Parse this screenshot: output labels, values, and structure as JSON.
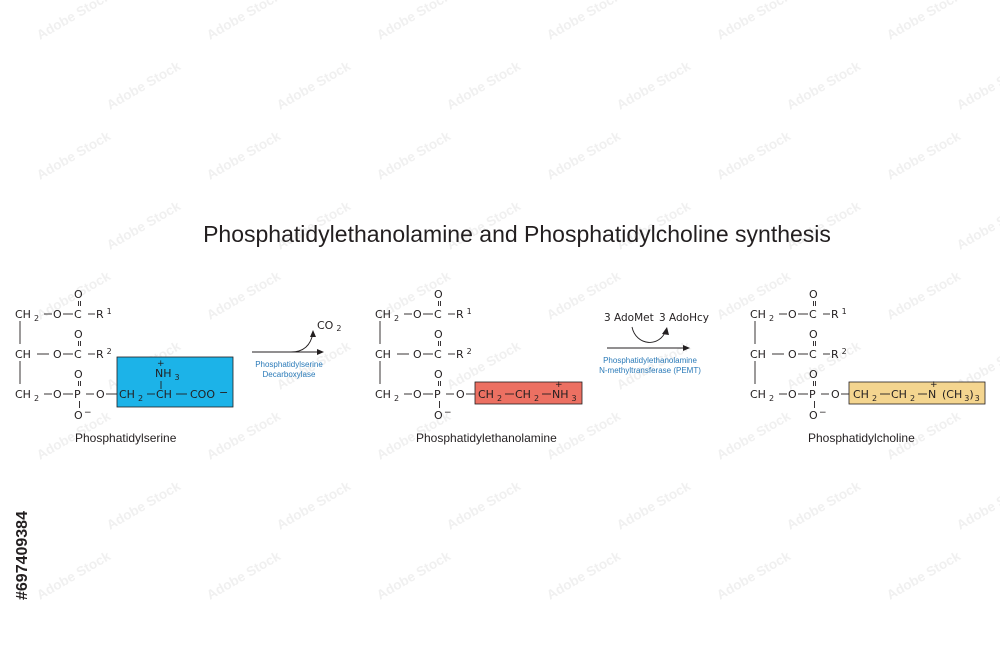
{
  "title": "Phosphatidylethanolamine and Phosphatidylcholine synthesis",
  "colors": {
    "serine_box": "#1cb3e8",
    "ethanolamine_box": "#ec7062",
    "choline_box": "#f4d58f",
    "enzyme_text": "#2a7ab8",
    "ink": "#231f20"
  },
  "molecules": [
    {
      "name": "Phosphatidylserine",
      "head_group": "CH2–CH(NH3+)–COO−"
    },
    {
      "name": "Phosphatidylethanolamine",
      "head_group": "CH2–CH2–NH3+"
    },
    {
      "name": "Phosphatidylcholine",
      "head_group": "CH2–CH2–N+(CH3)3"
    }
  ],
  "backbone": {
    "ch2": "CH",
    "ch": "CH",
    "o": "O",
    "c": "C",
    "p": "P",
    "r": "R",
    "r1": "1",
    "r2": "2",
    "sub2": "2",
    "minus": "−",
    "plus": "+"
  },
  "serine": {
    "nh": "NH",
    "nh_sub": "3",
    "ch2": "CH",
    "ch": "CH",
    "coo": "COO",
    "sub2": "2"
  },
  "ethanolamine": {
    "ch2a": "CH",
    "ch2b": "CH",
    "nh": "NH",
    "nh_sub": "3",
    "sub2": "2"
  },
  "choline": {
    "ch2a": "CH",
    "ch2b": "CH",
    "n": "N",
    "ch3": "(CH",
    "ch3_sub": "3",
    "ch3_close": ")",
    "outer_sub": "3",
    "sub2": "2"
  },
  "steps": [
    {
      "enzyme_line1": "Phosphatidylserine",
      "enzyme_line2": "Decarboxylase",
      "product": "CO",
      "product_sub": "2"
    },
    {
      "reagent_in": "3 AdoMet",
      "reagent_out": "3 AdoHcy",
      "enzyme_line1": "Phosphatidylethanolamine",
      "enzyme_line2": "N-methyltransferase (PEMT)"
    }
  ],
  "stock_id": "#697409384",
  "watermark_text": "Adobe Stock"
}
